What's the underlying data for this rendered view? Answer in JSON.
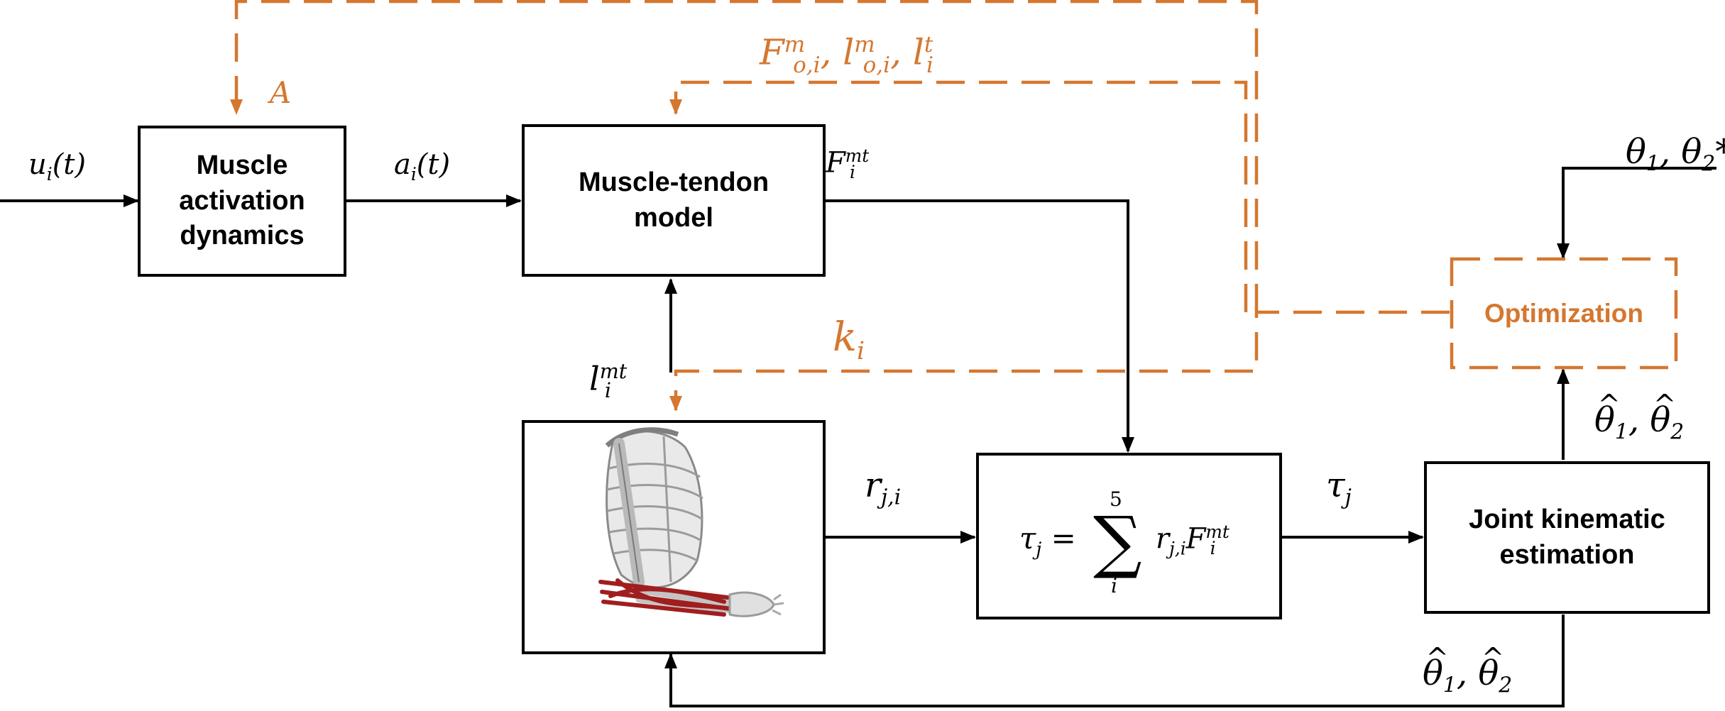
{
  "boxes": {
    "activation": "Muscle\nactivation\ndynamics",
    "tendon": "Muscle-tendon\nmodel",
    "kinematic": "Joint kinematic\nestimation",
    "optimization": "Optimization"
  },
  "labels": {
    "u_input": "u",
    "a_output": "a",
    "A": "A",
    "F_params": "F",
    "F_mt": "F",
    "l_mt": "l",
    "k": "k",
    "r": "r",
    "tau": "τ",
    "theta_ref": "θ",
    "theta_hat": "θ"
  },
  "icons": {
    "arm_model": "musculoskeletal-arm-model-icon"
  },
  "colors": {
    "line": "#000000",
    "feedback": "#d5772f",
    "muscle": "#a01e1e"
  }
}
